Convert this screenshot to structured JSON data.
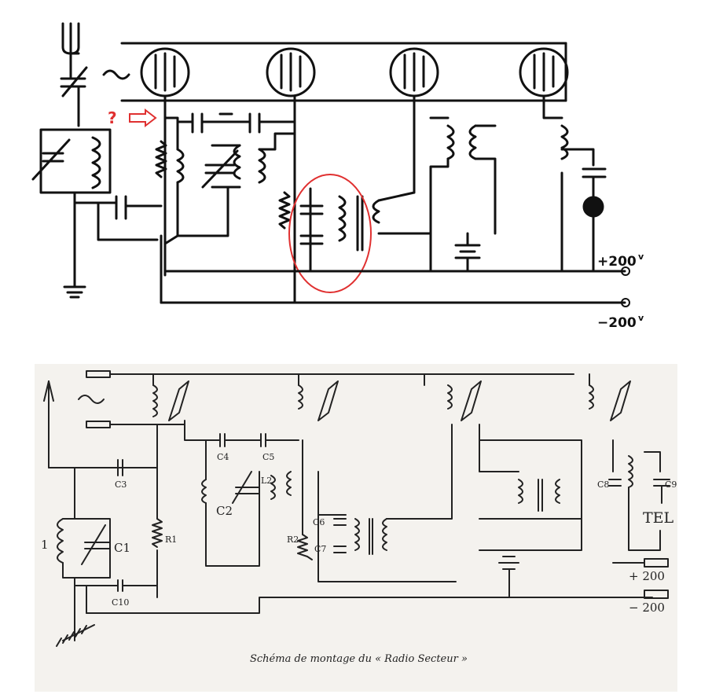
{
  "top_schematic": {
    "question_mark": "?",
    "labels": {
      "plus": "+200",
      "plus_unit": "v",
      "minus": "−200",
      "minus_unit": "v"
    },
    "colors": {
      "annotation": "#e03030",
      "ink": "#111111"
    }
  },
  "bottom_schematic": {
    "caption": "Schéma de montage du « Radio Secteur »",
    "components": {
      "coil_1": "1",
      "c1": "C1",
      "c3": "C3",
      "c10": "C10",
      "r1": "R1",
      "c4": "C4",
      "c5": "C5",
      "c2": "C2",
      "l2": "L2",
      "r2": "R2",
      "c6": "C6",
      "c7": "C7",
      "c8": "C8",
      "c9": "C9",
      "tel": "TEL"
    },
    "rails": {
      "plus": "+ 200",
      "minus": "− 200"
    },
    "colors": {
      "paper": "#f4f2ee",
      "ink": "#222222"
    }
  }
}
